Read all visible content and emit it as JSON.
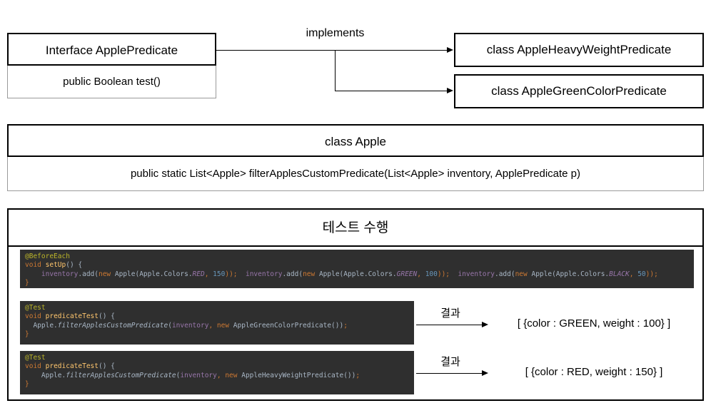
{
  "uml": {
    "interface": {
      "title": "Interface ApplePredicate",
      "method": "public Boolean test()"
    },
    "relation_label": "implements",
    "implementations": [
      {
        "label": "class AppleHeavyWeightPredicate"
      },
      {
        "label": "class AppleGreenColorPredicate"
      }
    ]
  },
  "apple_class": {
    "title": "class Apple",
    "method": "public static List<Apple> filterApplesCustomPredicate(List<Apple> inventory, ApplePredicate p)"
  },
  "test_panel": {
    "title": "테스트 수행",
    "code_setup": {
      "annotation": "@BeforeEach",
      "kw_void": "void",
      "fn_name": "setUp",
      "sig_open": "() {",
      "body_indent": "    ",
      "var_inventory": "inventory",
      "dot_add": ".add(",
      "kw_new": "new",
      "apple_open": " Apple(Apple.Colors.",
      "const_red": "RED",
      "num_150": "150",
      "const_green": "GREEN",
      "num_100": "100",
      "const_black": "BLACK",
      "num_50": "50",
      "comma_sp": ", ",
      "close_stmt": "));",
      "gap": "  ",
      "brace_close": "}"
    },
    "code_tests": [
      {
        "annotation": "@Test",
        "kw_void": "void",
        "fn_name": "predicateTest",
        "sig_open": "() {",
        "indent": "  ",
        "receiver": "Apple.",
        "method_italic": "filterApplesCustomPredicate",
        "paren_open": "(",
        "arg_var": "inventory",
        "comma": ", ",
        "kw_new": "new",
        "ctor": " AppleGreenColorPredicate())",
        "semi": ";",
        "brace_close": "}"
      },
      {
        "annotation": "@Test",
        "kw_void": "void",
        "fn_name": "predicateTest",
        "sig_open": "() {",
        "indent": "    ",
        "receiver": "Apple.",
        "method_italic": "filterApplesCustomPredicate",
        "paren_open": "(",
        "arg_var": "inventory",
        "comma": ", ",
        "kw_new": "new",
        "ctor": " AppleHeavyWeightPredicate())",
        "semi": ";",
        "brace_close": "}"
      }
    ],
    "results": [
      {
        "label": "결과",
        "value": "[ {color : GREEN, weight : 100} ]"
      },
      {
        "label": "결과",
        "value": "[ {color : RED, weight : 150} ]"
      }
    ]
  },
  "colors": {
    "border": "#000000",
    "border_light": "#9a9a9a",
    "code_bg": "#2f2f2f",
    "code_fg": "#a9b7c6",
    "annotation": "#bbb529",
    "keyword": "#cc7832",
    "function": "#ffc66d",
    "variable": "#9876aa",
    "number": "#6897bb"
  }
}
